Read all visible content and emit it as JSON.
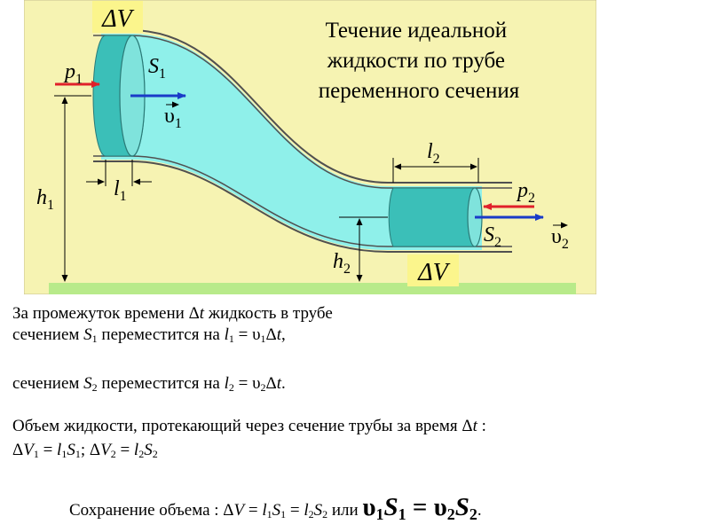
{
  "figure": {
    "title_lines": [
      "Течение идеальной",
      "жидкости по трубе",
      "переменного  сечения"
    ],
    "dV_label": "ΔV",
    "labels": {
      "p1": "p",
      "p1_sub": "1",
      "S1": "S",
      "S1_sub": "1",
      "v1": "υ",
      "v1_sub": "1",
      "l1": "l",
      "l1_sub": "1",
      "h1": "h",
      "h1_sub": "1",
      "l2": "l",
      "l2_sub": "2",
      "p2": "p",
      "p2_sub": "2",
      "S2": "S",
      "S2_sub": "2",
      "v2": "υ",
      "v2_sub": "2",
      "h2": "h",
      "h2_sub": "2"
    },
    "colors": {
      "background": "#f6f3b2",
      "fluid": "#8ff0ea",
      "cylinder": "#3bbfb8",
      "ground": "#b8ea8a",
      "tag": "#fbf58c",
      "pressure_arrow": "#e0202a",
      "velocity_arrow": "#1a3bc8"
    }
  },
  "text": {
    "line1_a": "За промежуток времени Δ",
    "line1_t": "t",
    "line1_b": " жидкость в трубе",
    "line2_a": "сечением ",
    "line2_S": "S",
    "line2_S_sub": "1",
    "line2_b": "  переместится на ",
    "line2_l": "l",
    "line2_l_sub": "1",
    "line2_c": " = υ",
    "line2_v_sub": "1",
    "line2_d": "Δ",
    "line2_t": "t",
    "line2_e": ",",
    "line3_a": " сечением ",
    "line3_S": "S",
    "line3_S_sub": "2",
    "line3_b": " переместится на ",
    "line3_l": "l",
    "line3_l_sub": "2",
    "line3_c": " = υ",
    "line3_v_sub": "2",
    "line3_d": "Δ",
    "line3_t": "t",
    "line3_e": ".",
    "line4_a": "Объем жидкости, протекающий через сечение трубы за время Δ",
    "line4_t": "t",
    "line4_b": " :",
    "line5_a": "Δ",
    "line5_V1": "V",
    "line5_V1_sub": "1",
    "line5_b": " = ",
    "line5_l1": "l",
    "line5_l1_sub": "1",
    "line5_S1": "S",
    "line5_S1_sub": "1",
    "line5_c": "; Δ",
    "line5_V2": "V",
    "line5_V2_sub": "2",
    "line5_d": " = ",
    "line5_l2": "l",
    "line5_l2_sub": "2",
    "line5_S2": "S",
    "line5_S2_sub": "2",
    "line6_a": "Сохранение объема : Δ",
    "line6_V": "V",
    "line6_b": " = ",
    "line6_l1": "l",
    "line6_l1_sub": "1",
    "line6_S1": "S",
    "line6_S1_sub": "1",
    "line6_c": " = ",
    "line6_l2": "l",
    "line6_l2_sub": "2",
    "line6_S2": "S",
    "line6_S2_sub": "2",
    "line6_d": "  или  ",
    "line6_v1": "υ",
    "line6_v1_sub": "1",
    "line6_bS1": "S",
    "line6_bS1_sub": "1",
    "line6_eq": " = ",
    "line6_v2": "υ",
    "line6_v2_sub": "2",
    "line6_bS2": "S",
    "line6_bS2_sub": "2",
    "line6_end": "."
  }
}
